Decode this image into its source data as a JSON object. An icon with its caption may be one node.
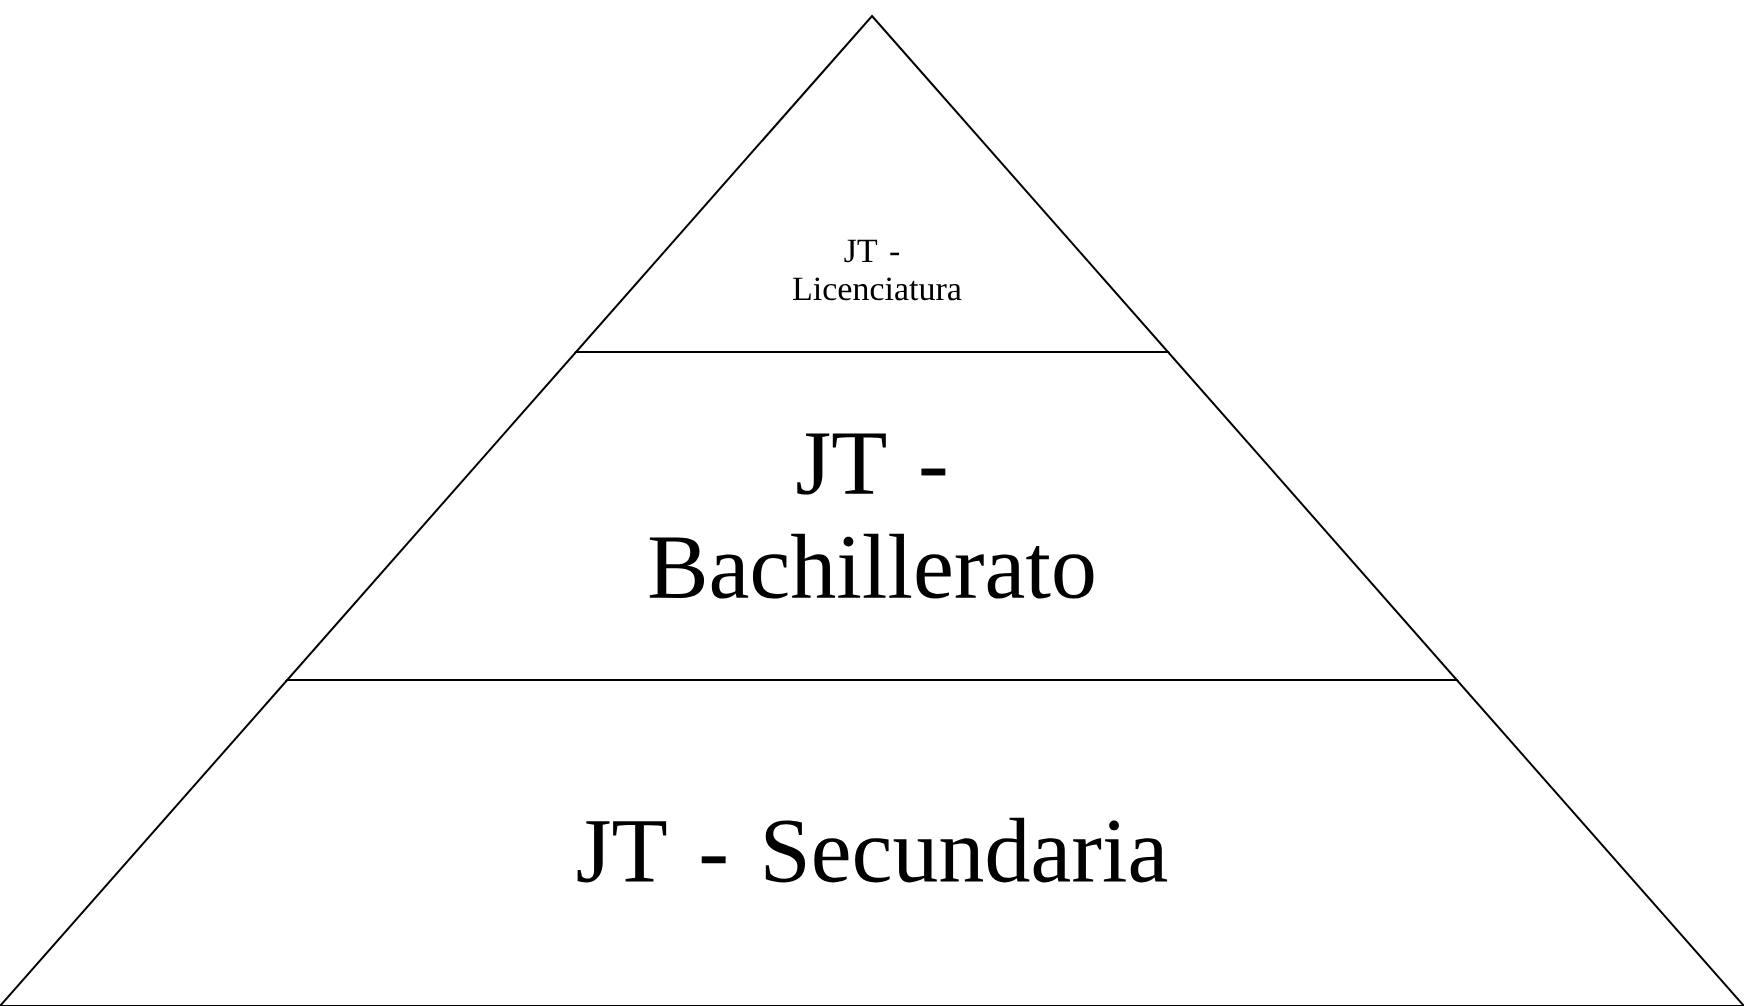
{
  "diagram": {
    "nodes": [
      {
        "text": [
          "JT - Licenciatura"
        ]
      },
      {
        "text": [
          "JT - Bachillerato"
        ]
      },
      {
        "text": [
          "JT - Secundaria"
        ]
      }
    ]
  }
}
